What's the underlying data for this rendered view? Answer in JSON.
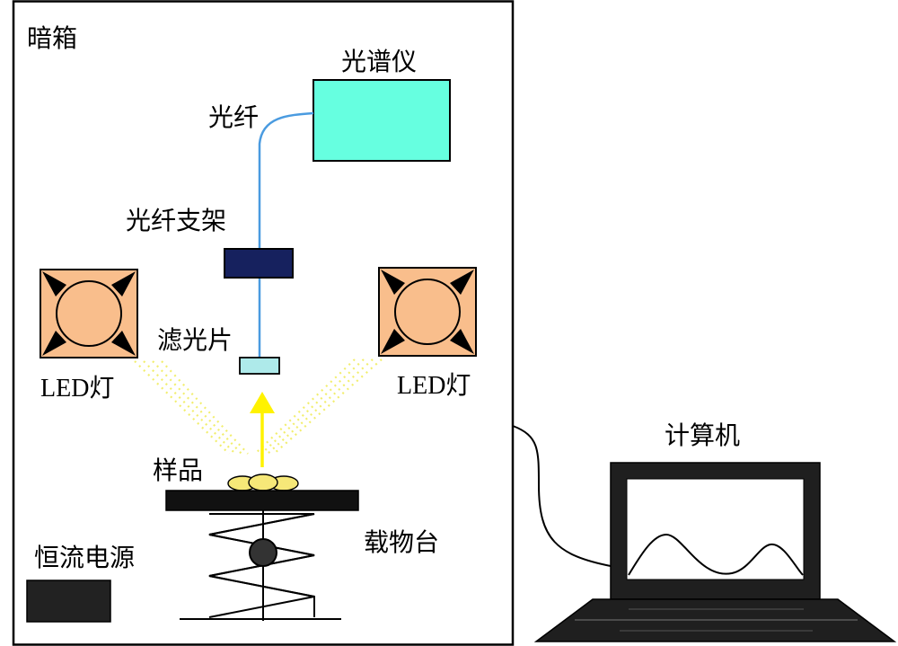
{
  "labels": {
    "dark_box": "暗箱",
    "spectrometer": "光谱仪",
    "fiber": "光纤",
    "fiber_holder": "光纤支架",
    "filter": "滤光片",
    "led_left": "LED灯",
    "led_right": "LED灯",
    "sample": "样品",
    "stage": "载物台",
    "power_supply": "恒流电源",
    "computer": "计算机"
  },
  "colors": {
    "outline": "#000000",
    "spectrometer_fill": "#66FFE0",
    "fiber_line": "#4A9BE0",
    "fiber_holder_fill": "#16215E",
    "filter_fill": "#AEEAEA",
    "led_fill": "#F9BE8C",
    "led_beam": "#F2EE6E",
    "sample_arrow": "#FFF200",
    "sample_fill": "#F6E878",
    "stage_fill": "#111111",
    "power_supply_fill": "#222222",
    "monitor_bezel": "#1F1F1F",
    "screen_fill": "#FFFFFF"
  },
  "icons": {
    "led": "led-lamp-icon",
    "computer": "laptop-icon",
    "power": "power-supply-icon"
  }
}
